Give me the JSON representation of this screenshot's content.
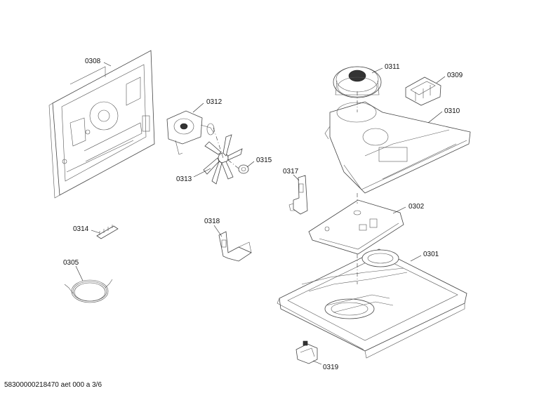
{
  "labels": {
    "p0308": "0308",
    "p0311": "0311",
    "p0309": "0309",
    "p0310": "0310",
    "p0312": "0312",
    "p0313": "0313",
    "p0315": "0315",
    "p0317": "0317",
    "p0302": "0302",
    "p0314": "0314",
    "p0318": "0318",
    "p0301": "0301",
    "p0305": "0305",
    "p0319": "0319"
  },
  "footer": "58300000218470 aet 000 a 3/6"
}
